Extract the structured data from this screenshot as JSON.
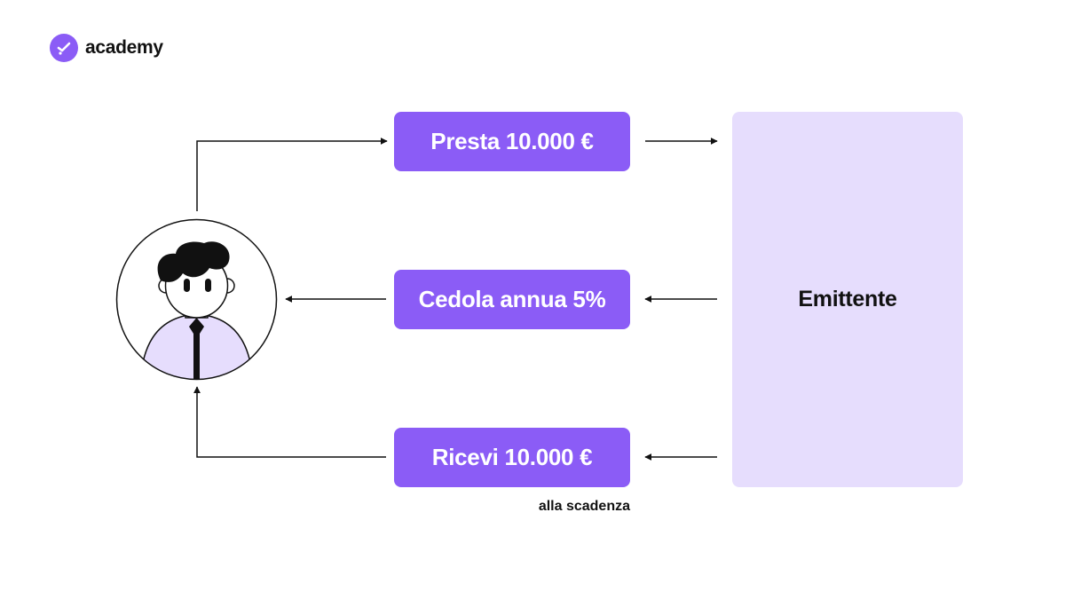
{
  "brand": {
    "name": "academy",
    "color": "#8b5cf6"
  },
  "diagram": {
    "steps": [
      {
        "label": "Presta 10.000 €"
      },
      {
        "label": "Cedola annua 5%"
      },
      {
        "label": "Ricevi 10.000 €"
      }
    ],
    "issuer": {
      "label": "Emittente"
    },
    "caption": "alla scadenza",
    "investor_icon": "investor-avatar-icon"
  },
  "colors": {
    "accent": "#8b5cf6",
    "issuer_bg": "#e6ddfd",
    "text": "#111111"
  }
}
